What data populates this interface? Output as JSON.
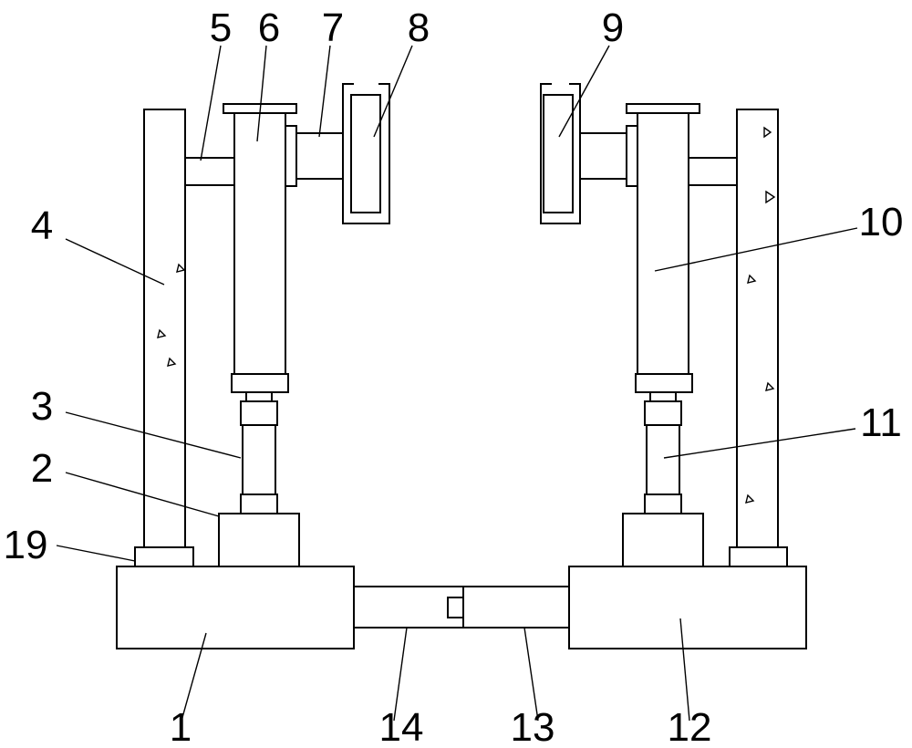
{
  "diagram": {
    "labels": {
      "l1": "1",
      "l2": "2",
      "l3": "3",
      "l4": "4",
      "l5": "5",
      "l6": "6",
      "l7": "7",
      "l8": "8",
      "l9": "9",
      "l10": "10",
      "l11": "11",
      "l12": "12",
      "l13": "13",
      "l14": "14",
      "l19": "19"
    }
  }
}
